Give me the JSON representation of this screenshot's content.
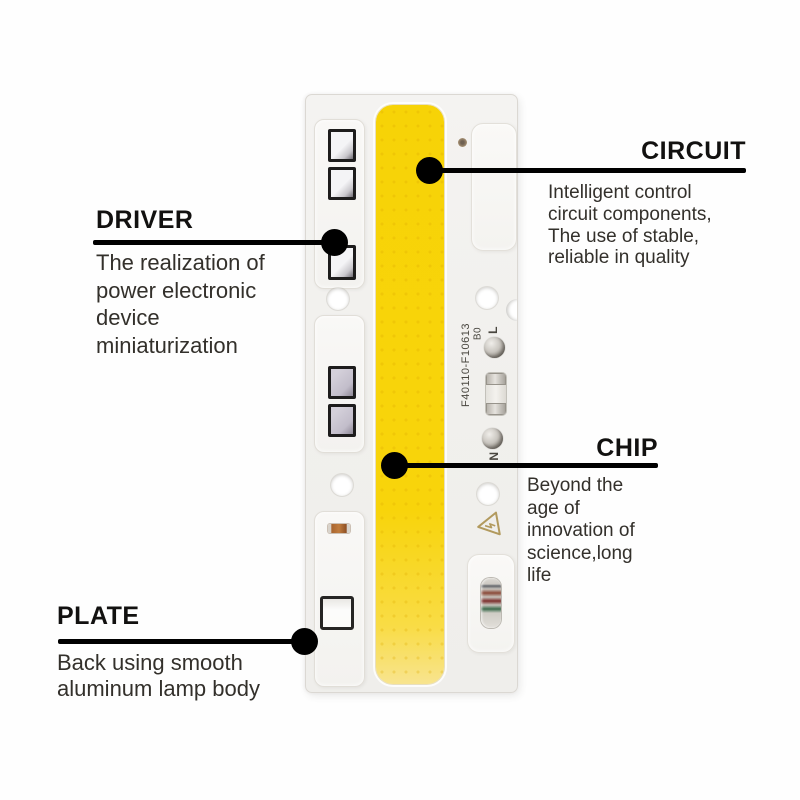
{
  "page": {
    "background": "#ffffff"
  },
  "module": {
    "board_code": "F40110-F10613",
    "board_rev": "B0",
    "live_label": "L",
    "neutral_label": "N",
    "strip_color": "#F8D40B",
    "board_color": "#F2F1EE",
    "warning_icon": "high-voltage-warning"
  },
  "annotations": {
    "driver": {
      "title": "DRIVER",
      "desc": "The realization of\npower electronic\ndevice\nminiaturization"
    },
    "circuit": {
      "title": "CIRCUIT",
      "desc": "Intelligent control\ncircuit components,\nThe use of stable,\nreliable in quality"
    },
    "chip": {
      "title": "CHIP",
      "desc": "Beyond the\nage of\ninnovation of\nscience,long\nlife"
    },
    "plate": {
      "title": "PLATE",
      "desc": "Back using smooth\naluminum lamp body"
    }
  }
}
